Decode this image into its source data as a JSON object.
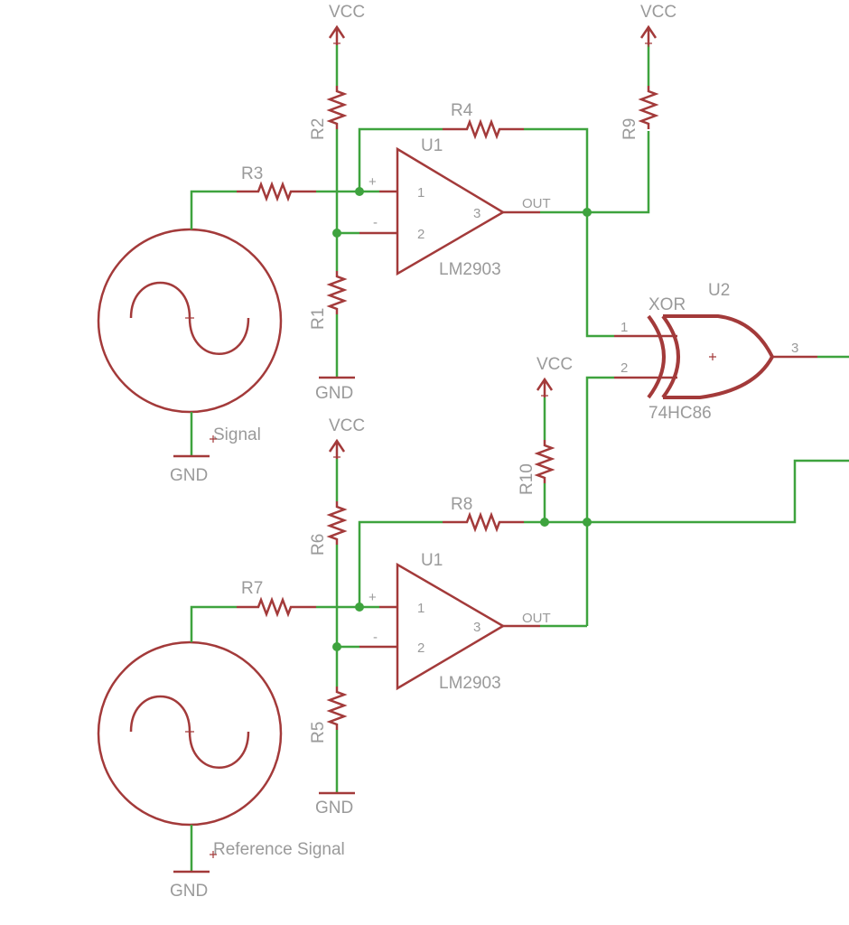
{
  "labels": {
    "vcc": "VCC",
    "gnd": "GND",
    "r1": "R1",
    "r2": "R2",
    "r3": "R3",
    "r4": "R4",
    "r5": "R5",
    "r6": "R6",
    "r7": "R7",
    "r8": "R8",
    "r9": "R9",
    "r10": "R10",
    "u1": "U1",
    "u2": "U2",
    "opamp_part": "LM2903",
    "xor_gate": "XOR",
    "xor_part": "74HC86",
    "out": "OUT",
    "plus": "+",
    "minus": "-",
    "pin1": "1",
    "pin2": "2",
    "pin3": "3",
    "signal": "Signal",
    "reference_signal": "Reference Signal"
  },
  "colors": {
    "wire": "#3ea33e",
    "component": "#a33a3a",
    "text": "#9a9a9a"
  }
}
